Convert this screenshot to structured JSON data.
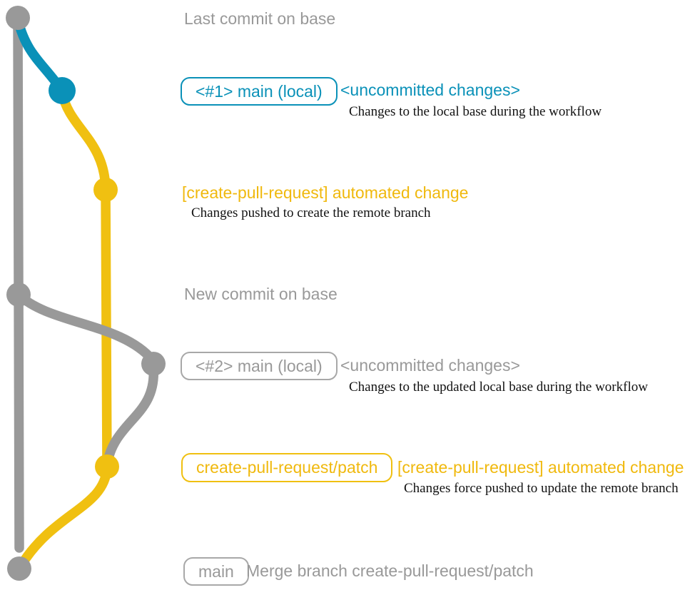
{
  "colors": {
    "background": "#ffffff",
    "gray": "#999999",
    "badge_gray": "#a8a8a8",
    "blue": "#0a91b8",
    "yellow": "#f0c011",
    "yellow_text": "#f0b90e",
    "serif_text": "#121212"
  },
  "graph": {
    "description": "git commit graph",
    "commits": [
      {
        "id": "last-commit-on-base",
        "color": "gray"
      },
      {
        "id": "uncommitted-changes-1",
        "color": "blue"
      },
      {
        "id": "automated-change-1",
        "color": "yellow"
      },
      {
        "id": "new-commit-on-base",
        "color": "gray"
      },
      {
        "id": "uncommitted-changes-2",
        "color": "gray"
      },
      {
        "id": "automated-change-2",
        "color": "yellow"
      },
      {
        "id": "merge-commit",
        "color": "gray"
      }
    ]
  },
  "annotations": {
    "last_commit": "Last commit on base",
    "row1": {
      "badge": "<#1> main (local)",
      "title": "<uncommitted changes>",
      "desc": "Changes to the local base during the workflow"
    },
    "row2": {
      "title": "[create-pull-request] automated change",
      "desc": "Changes pushed to create the remote branch"
    },
    "new_commit": "New commit on base",
    "row3": {
      "badge": "<#2> main (local)",
      "title": "<uncommitted changes>",
      "desc": "Changes to the updated local base during the workflow"
    },
    "row4": {
      "badge": "create-pull-request/patch",
      "title": "[create-pull-request] automated change",
      "desc": "Changes force pushed to update the remote branch"
    },
    "row5": {
      "badge": "main",
      "title": "Merge branch create-pull-request/patch"
    }
  }
}
